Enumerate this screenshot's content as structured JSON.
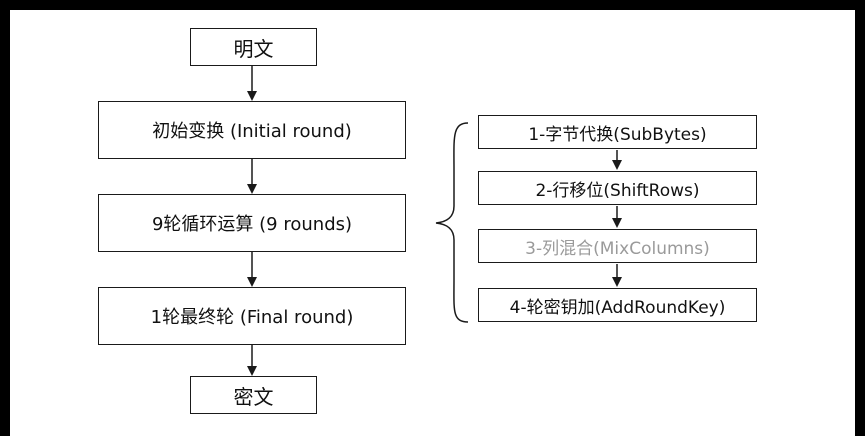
{
  "flow": {
    "plaintext": "明文",
    "initial_round": "初始变换 (Initial round)",
    "nine_rounds": "9轮循环运算 (9 rounds)",
    "final_round": "1轮最终轮 (Final round)",
    "ciphertext": "密文"
  },
  "round_steps": [
    "1-字节代换(SubBytes)",
    "2-行移位(ShiftRows)",
    "3-列混合(MixColumns)",
    "4-轮密钥加(AddRoundKey)"
  ],
  "colors": {
    "background": "#ffffff",
    "frame": "#000000",
    "line": "#1a1a1a",
    "dimmed_text": "#9a9a9a"
  }
}
